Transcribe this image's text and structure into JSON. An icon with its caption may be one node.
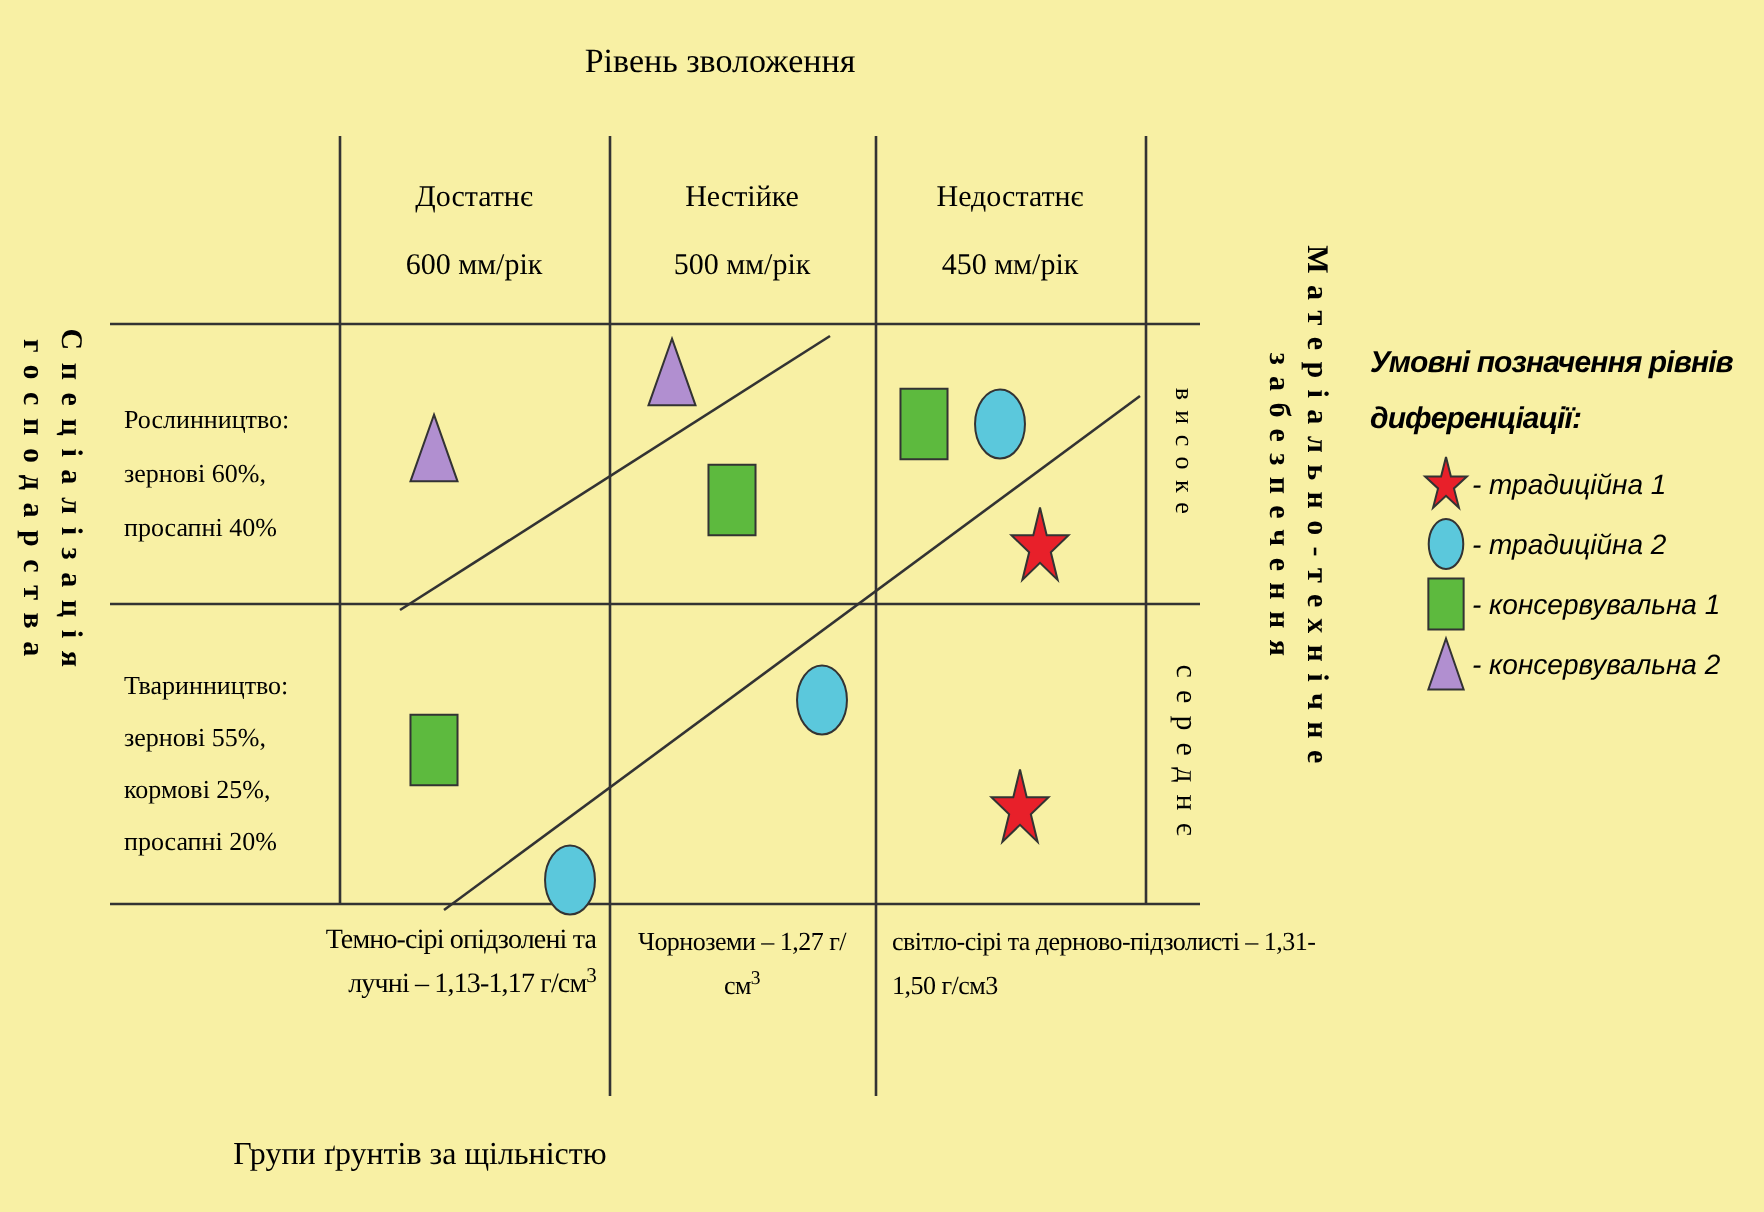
{
  "diagram": {
    "title": "Рівень зволоження",
    "nodes": [
      {
        "text": [],
        "shape": "triangle"
      },
      {
        "text": [],
        "shape": "triangle"
      },
      {
        "text": [],
        "shape": "box"
      },
      {
        "text": [],
        "shape": "box"
      },
      {
        "text": [],
        "shape": "circle"
      },
      {
        "text": [],
        "shape": "star"
      },
      {
        "text": [],
        "shape": "circle"
      },
      {
        "text": [],
        "shape": "box"
      },
      {
        "text": [],
        "shape": "star"
      },
      {
        "text": [],
        "shape": "circle"
      }
    ],
    "edges": [],
    "labels": [
      "Достатнє",
      "600 мм/рік",
      "Нестійке",
      "500 мм/рік",
      "Недостатнє",
      "450 мм/рік",
      "Матеріально-технічне забезпечення",
      "Спеціалізація господарства",
      "Умовні позначення рівнів диференціації:",
      "Рослинництво: зернові 60%, просапні 40%",
      "високе",
      "Тваринництво: зернові 55%, кормові 25%, просапні 20%",
      "середнє",
      "Темно-сірі опідзолені та лучні – 1,13-1,17 г/см$^{3}$",
      "Чорноземи – 1,27 г/см$^{3}$",
      "світло-сірі та дерново-підзолисті – 1,31-1,50 г/см3",
      "Групи ґрунтів за щільністю"
    ],
    "legend": [
      {
        "text": "- традиційна 1"
      },
      {
        "text": "- традиційна 2"
      },
      {
        "text": "- консервувальна 1"
      },
      {
        "text": "- консервувальна 2"
      }
    ]
  }
}
